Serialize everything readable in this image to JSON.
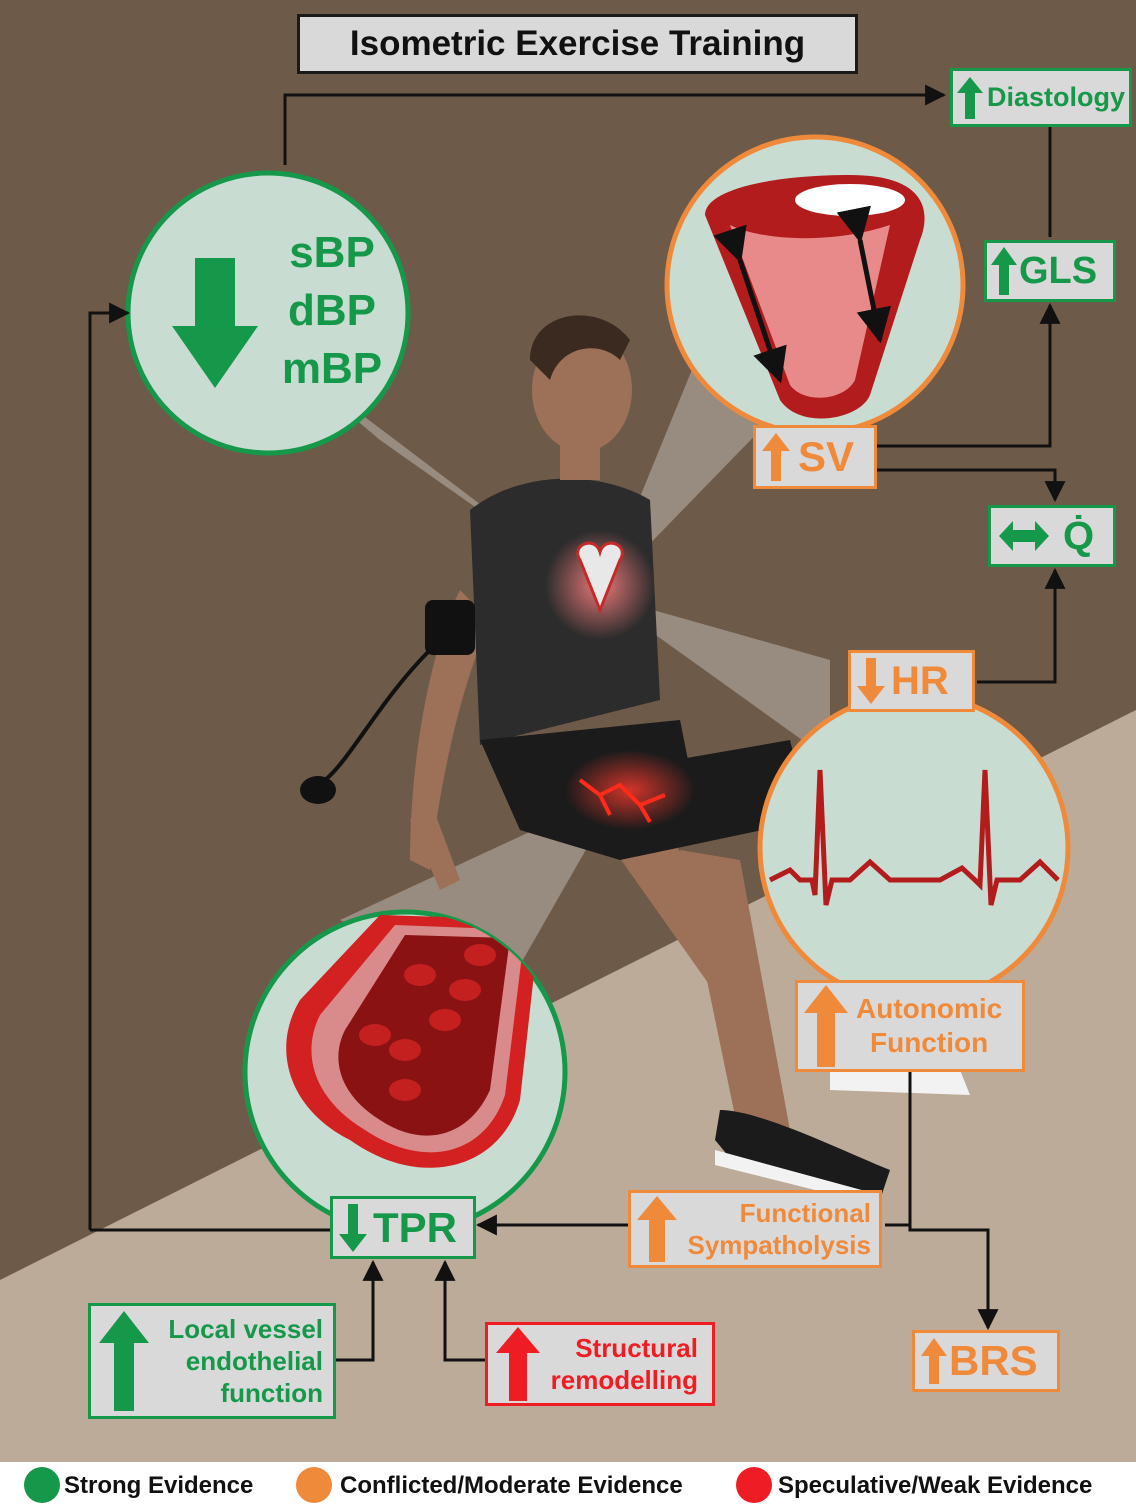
{
  "title": "Isometric Exercise Training",
  "bp_circle": {
    "lines": [
      "sBP",
      "dBP",
      "mBP"
    ],
    "direction": "down"
  },
  "boxes": {
    "diastology": {
      "label": "Diastology",
      "direction": "up",
      "evidence": "strong"
    },
    "gls": {
      "label": "GLS",
      "direction": "up",
      "evidence": "strong"
    },
    "sv": {
      "label": "SV",
      "direction": "up",
      "evidence": "moderate"
    },
    "q": {
      "label": "Q̇",
      "direction": "both",
      "evidence": "strong"
    },
    "hr": {
      "label": "HR",
      "direction": "down",
      "evidence": "moderate"
    },
    "autonomic": {
      "line1": "Autonomic",
      "line2": "Function",
      "direction": "up",
      "evidence": "moderate"
    },
    "functional": {
      "line1": "Functional",
      "line2": "Sympatholysis",
      "direction": "up",
      "evidence": "moderate"
    },
    "tpr": {
      "label": "TPR",
      "direction": "down",
      "evidence": "strong"
    },
    "brs": {
      "label": "BRS",
      "direction": "up",
      "evidence": "moderate"
    },
    "local": {
      "line1": "Local vessel",
      "line2": "endothelial",
      "line3": "function",
      "direction": "up",
      "evidence": "strong"
    },
    "structural": {
      "line1": "Structural",
      "line2": "remodelling",
      "direction": "up",
      "evidence": "weak"
    }
  },
  "legend": [
    {
      "label": "Strong Evidence",
      "color": "#16984a"
    },
    {
      "label": "Conflicted/Moderate Evidence",
      "color": "#f08a3b"
    },
    {
      "label": "Speculative/Weak Evidence",
      "color": "#ee1c23"
    }
  ],
  "colors": {
    "strong": "#16984a",
    "moderate": "#f08a3b",
    "weak": "#ee1c23",
    "wall": "#6e5a48",
    "floor": "#bcab98"
  },
  "icons": [
    "up-arrow-icon",
    "down-arrow-icon",
    "double-arrow-icon",
    "heart-icon",
    "vessel-icon",
    "ecg-icon",
    "person-illustration"
  ]
}
